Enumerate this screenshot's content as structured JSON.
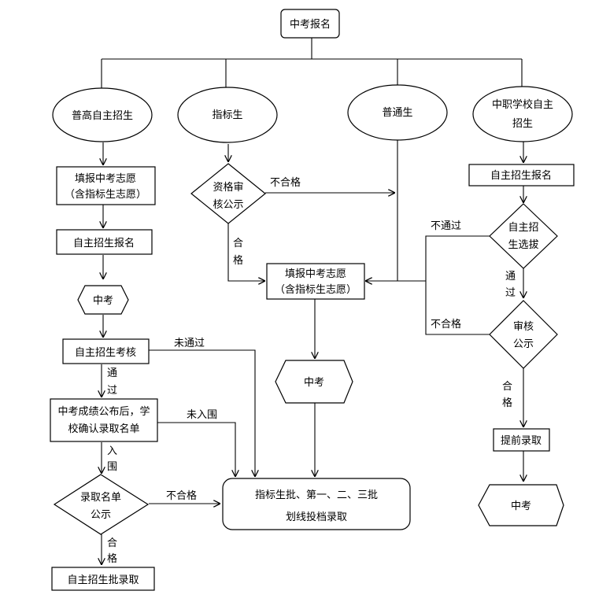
{
  "nodes": {
    "start": "中考报名",
    "putong_zizhu": "普高自主招生",
    "zhibiao": "指标生",
    "putong": "普通生",
    "zhongzhi": "中职学校自主招生",
    "zhongzhi_line1": "中职学校自主",
    "zhongzhi_line2": "招生",
    "fill_left_1": "填报中考志愿",
    "fill_left_2": "（含指标生志愿）",
    "zizhu_baoming_left": "自主招生报名",
    "zhongkao_left": "中考",
    "zizhu_kaohe": "自主招生考核",
    "confirm_1": "中考成绩公布后，学",
    "confirm_2": "校确认录取名单",
    "list_notice_1": "录取名单",
    "list_notice_2": "公示",
    "zizhu_luqu": "自主招生批录取",
    "zige_1": "资格审",
    "zige_2": "核公示",
    "fill_center_1": "填报中考志愿",
    "fill_center_2": "（含指标生志愿）",
    "zhongkao_center": "中考",
    "batch_1": "指标生批、第一、二、三批",
    "batch_2": "划线投档录取",
    "zizhu_baoming_right": "自主招生报名",
    "select_1": "自主招",
    "select_2": "生选拔",
    "shenhe_1": "审核",
    "shenhe_2": "公示",
    "tiqian": "提前录取",
    "zhongkao_right": "中考"
  },
  "edge_labels": {
    "tongguo_1": "通",
    "tongguo_2": "过",
    "weitongguo": "未通过",
    "weiruwei": "未入围",
    "ruwei_1": "入",
    "ruwei_2": "围",
    "buhege_left": "不合格",
    "hege_left_1": "合",
    "hege_left_2": "格",
    "buhege_zige": "不合格",
    "hege_zige_1": "合",
    "hege_zige_2": "格",
    "butongguo_right": "不通过",
    "tongguo_right_1": "通",
    "tongguo_right_2": "过",
    "buhege_right": "不合格",
    "hege_right_1": "合",
    "hege_right_2": "格"
  }
}
